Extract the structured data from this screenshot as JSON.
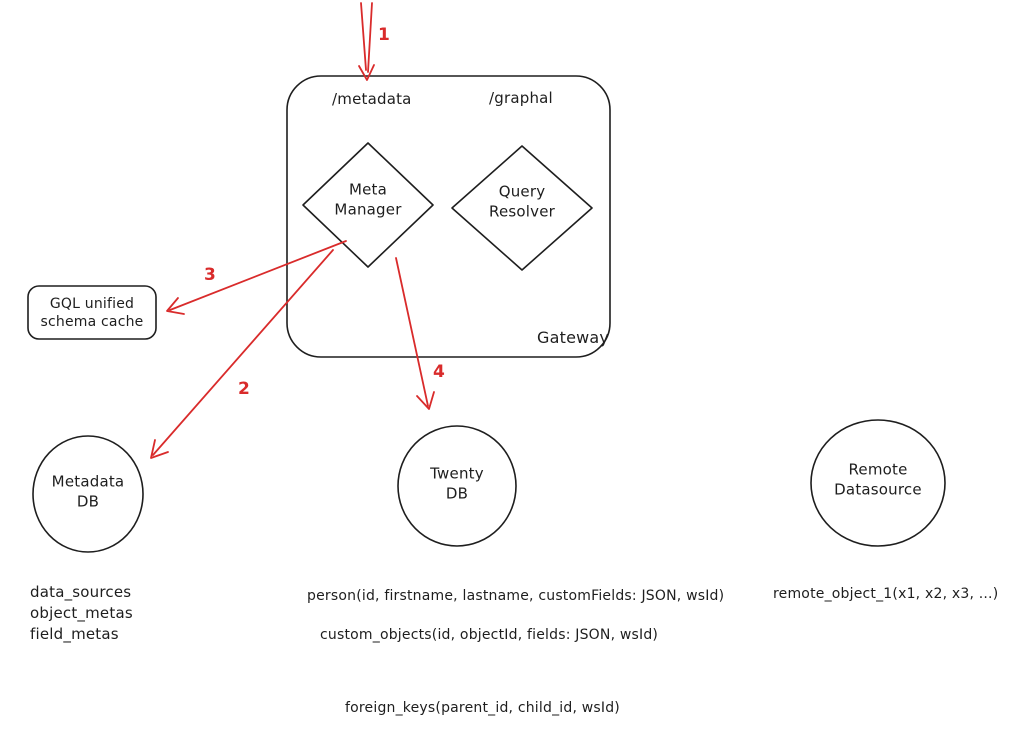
{
  "page": {
    "background": "#ffffff",
    "ink_color": "#1e1e1e",
    "accent_color": "#d92b2b"
  },
  "gateway": {
    "label": "Gateway",
    "routes": {
      "metadata": "/metadata",
      "graphql": "/graphal"
    },
    "nodes": {
      "meta_manager": "Meta\nManager",
      "query_resolver": "Query\nResolver"
    }
  },
  "cache": {
    "label": "GQL unified\nschema cache"
  },
  "databases": {
    "metadata_db": "Metadata\nDB",
    "twenty_db": "Twenty\nDB",
    "remote_datasource": "Remote\nDatasource"
  },
  "arrows": {
    "step1": "1",
    "step2": "2",
    "step3": "3",
    "step4": "4"
  },
  "schemas": {
    "metadata_tables": [
      "data_sources",
      "object_metas",
      "field_metas"
    ],
    "person": "person(id, firstname, lastname, customFields: JSON, wsId)",
    "custom_objects": "custom_objects(id, objectId, fields: JSON, wsId)",
    "remote_object": "remote_object_1(x1, x2, x3, ...)",
    "foreign_keys": "foreign_keys(parent_id, child_id, wsId)"
  }
}
